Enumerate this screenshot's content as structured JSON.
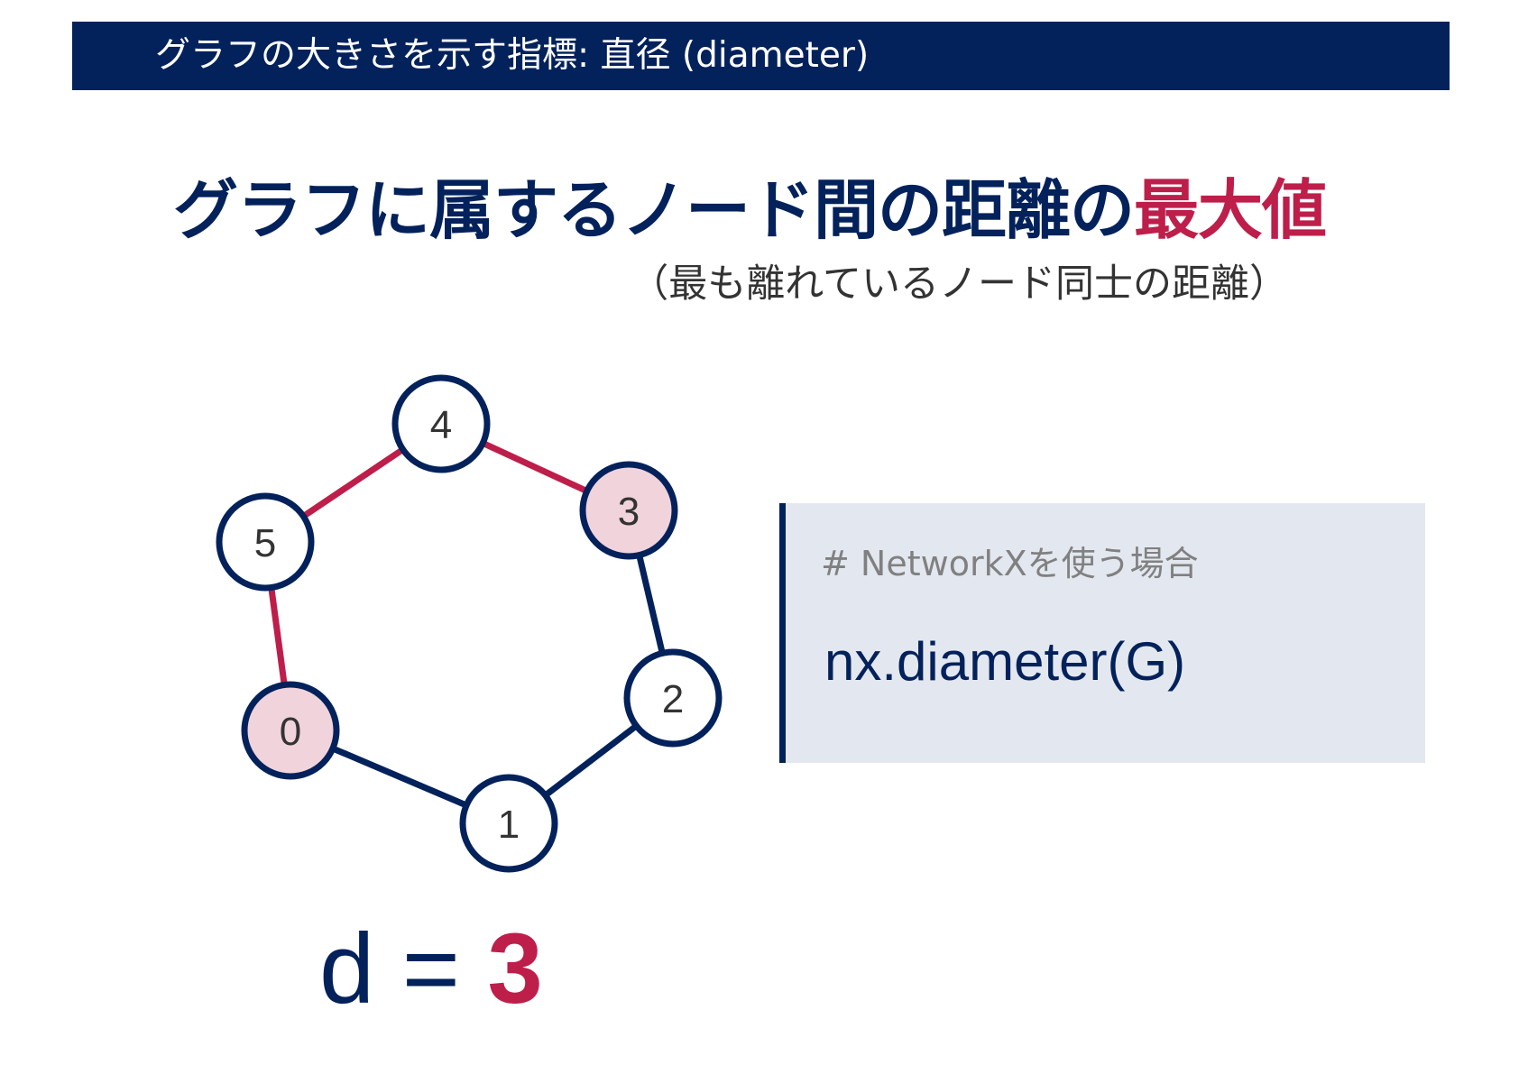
{
  "header": {
    "title": "グラフの大きさを示す指標: 直径 (diameter)"
  },
  "headline": {
    "normal": "グラフに属するノード間の距離の",
    "accent": "最大値"
  },
  "subtitle": "（最も離れているノード同士の距離）",
  "graph": {
    "nodes": [
      {
        "id": "0",
        "highlighted": true
      },
      {
        "id": "1",
        "highlighted": false
      },
      {
        "id": "2",
        "highlighted": false
      },
      {
        "id": "3",
        "highlighted": true
      },
      {
        "id": "4",
        "highlighted": false
      },
      {
        "id": "5",
        "highlighted": false
      }
    ],
    "edges": [
      {
        "from": "0",
        "to": "5",
        "on_diameter_path": true
      },
      {
        "from": "5",
        "to": "4",
        "on_diameter_path": true
      },
      {
        "from": "4",
        "to": "3",
        "on_diameter_path": true
      },
      {
        "from": "3",
        "to": "2",
        "on_diameter_path": false
      },
      {
        "from": "2",
        "to": "1",
        "on_diameter_path": false
      },
      {
        "from": "1",
        "to": "0",
        "on_diameter_path": false
      }
    ]
  },
  "code": {
    "comment": "# NetworkXを使う場合",
    "line": "nx.diameter(G)"
  },
  "formula": {
    "lhs": "d = ",
    "value": "3"
  },
  "colors": {
    "navy": "#03215b",
    "accent": "#be1e4a",
    "highlight_fill": "#f1d3dc",
    "code_bg": "#e3e7ef"
  }
}
